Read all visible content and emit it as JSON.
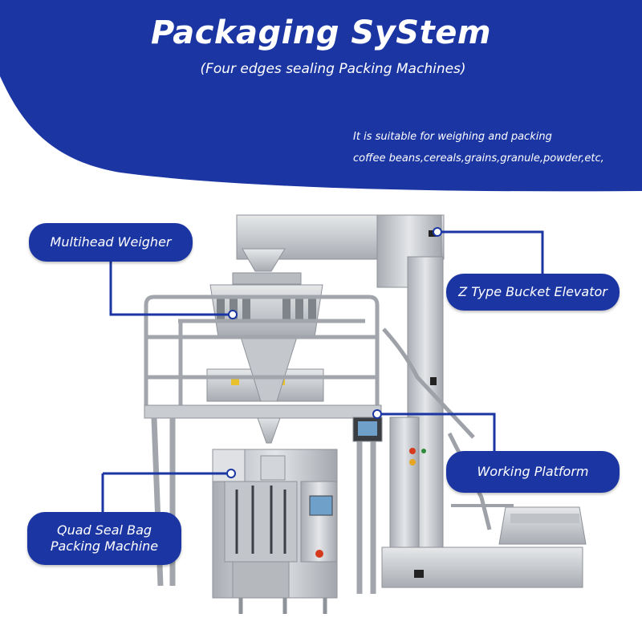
{
  "header": {
    "title": "Packaging SyStem",
    "subtitle": "(Four edges sealing Packing Machines)",
    "description_line1": "It is suitable for weighing and packing",
    "description_line2": "coffee beans,cereals,grains,granule,powder,etc,"
  },
  "labels": {
    "multihead_weigher": "Multihead  Weigher",
    "bucket_elevator": "Z Type Bucket Elevator",
    "working_platform": "Working  Platform",
    "quad_seal_line1": "Quad Seal Bag",
    "quad_seal_line2": "Packing Machine"
  },
  "colors": {
    "brand_blue": "#1b36a3",
    "steel": "#c9ccd1",
    "steel_dark": "#8e9299",
    "text_white": "#ffffff"
  }
}
